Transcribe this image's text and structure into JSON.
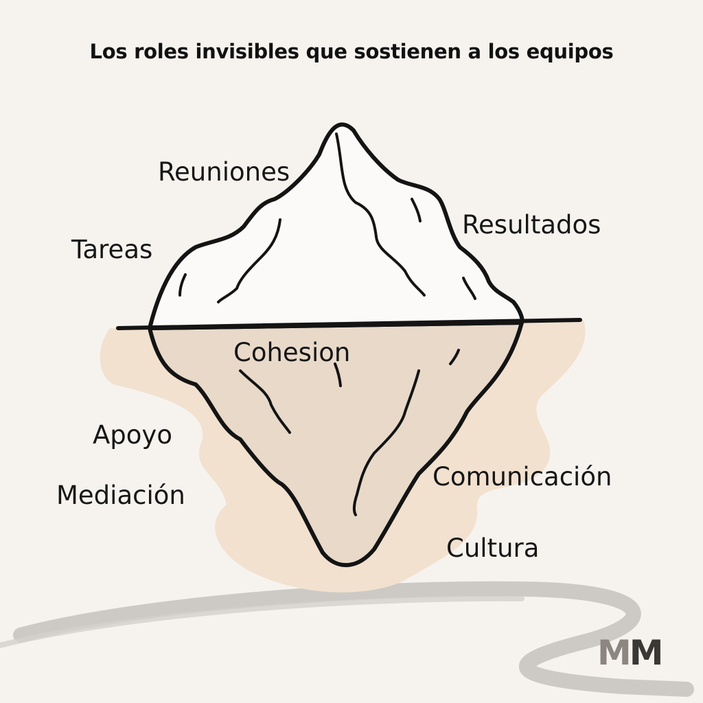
{
  "title": "Los roles invisibles que sostienen a los equipos",
  "above_water": {
    "labels": [
      "Reuniones",
      "Tareas",
      "Resultados"
    ]
  },
  "below_water": {
    "labels": [
      "Cohesion",
      "Apoyo",
      "Mediación",
      "Comunicación",
      "Cultura"
    ]
  },
  "logo": {
    "m1": "M",
    "m2": "M"
  },
  "colors": {
    "background": "#f6f3ef",
    "iceberg_top": "#fbfaf8",
    "iceberg_bottom": "#e8d9c9",
    "water_blob": "#f2e1cf",
    "outline": "#141414",
    "scribble": "#c9c5c1"
  }
}
